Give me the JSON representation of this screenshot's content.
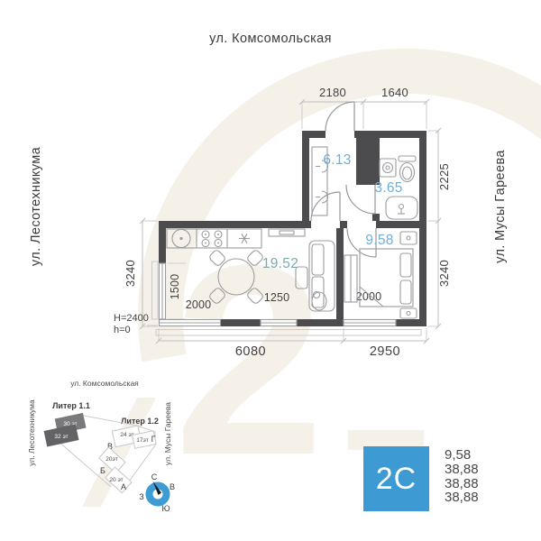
{
  "streets": {
    "top": "ул. Комсомольская",
    "left": "ул. Лесотехникума",
    "right": "ул. Мусы Гареева"
  },
  "plan": {
    "areas": {
      "hallway": "6.13",
      "bathroom": "3.65",
      "bedroom": "9.58",
      "living": "19.52"
    },
    "dims": {
      "top_1": "2180",
      "top_2": "1640",
      "right_1": "2225",
      "right_2": "3240",
      "left_1": "3240",
      "window_left": "1500",
      "window_living_1": "2000",
      "window_living_2": "1250",
      "window_bedroom": "2000",
      "bottom_1": "6080",
      "bottom_2": "2950"
    },
    "ceiling": "H=2400",
    "level": "h=0"
  },
  "site": {
    "street_top": "ул. Комсомольская",
    "street_left": "ул. Лесотехникума",
    "street_right": "ул. Мусы Гареева",
    "liter_1": "Литер 1.1",
    "liter_2": "Литер 1.2",
    "bld_30": "30 эт",
    "bld_32": "32 эт",
    "bld_24": "24 эт",
    "bld_17": "17эт",
    "bld_20b": "20эт",
    "bld_20a": "20 эт",
    "letter_v": "В",
    "letter_g": "Г",
    "letter_b": "Б",
    "letter_a": "А",
    "compass": {
      "n": "С",
      "e": "В",
      "w": "З",
      "s": "Ю"
    }
  },
  "info": {
    "code": "2C",
    "values": [
      "9,58",
      "38,88",
      "38,88",
      "38,88"
    ]
  },
  "watermark": {
    "digit": "2"
  },
  "colors": {
    "accent": "#3D9AD2",
    "wall": "#4C4C4E",
    "area_text": "#72ADD3"
  }
}
